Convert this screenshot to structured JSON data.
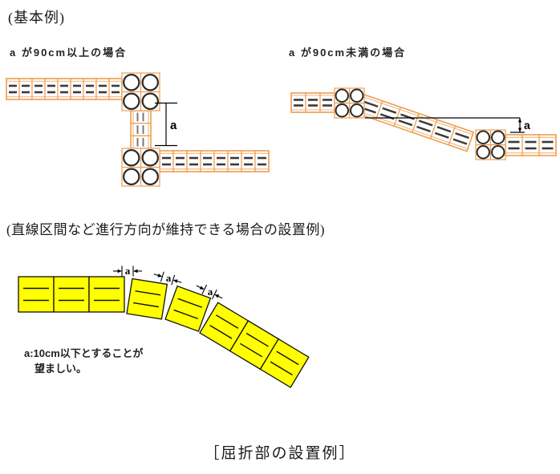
{
  "document": {
    "heading_basic": "(基本例)",
    "caption_footer": "［屈折部の設置例］"
  },
  "basic_examples": {
    "left": {
      "label": "a が90cm以上の場合",
      "dimension_label": "a"
    },
    "right": {
      "label": "a が90cm未満の場合",
      "dimension_label": "a"
    }
  },
  "curve_example": {
    "heading": "(直線区間など進行方向が維持できる場合の設置例)",
    "gap_label_1": "a",
    "gap_label_2": "a",
    "gap_label_3": "a",
    "note_line_1": "a:10cm以下とすることが",
    "note_line_2": "望ましい。"
  },
  "colors": {
    "orange_outline": "#EE9C4F",
    "bar_dark": "#3A3A3A",
    "bar_gray": "#7A7A7A",
    "tile_yellow": "#FFFF00",
    "line_black": "#000000",
    "background": "#FFFFFF"
  }
}
